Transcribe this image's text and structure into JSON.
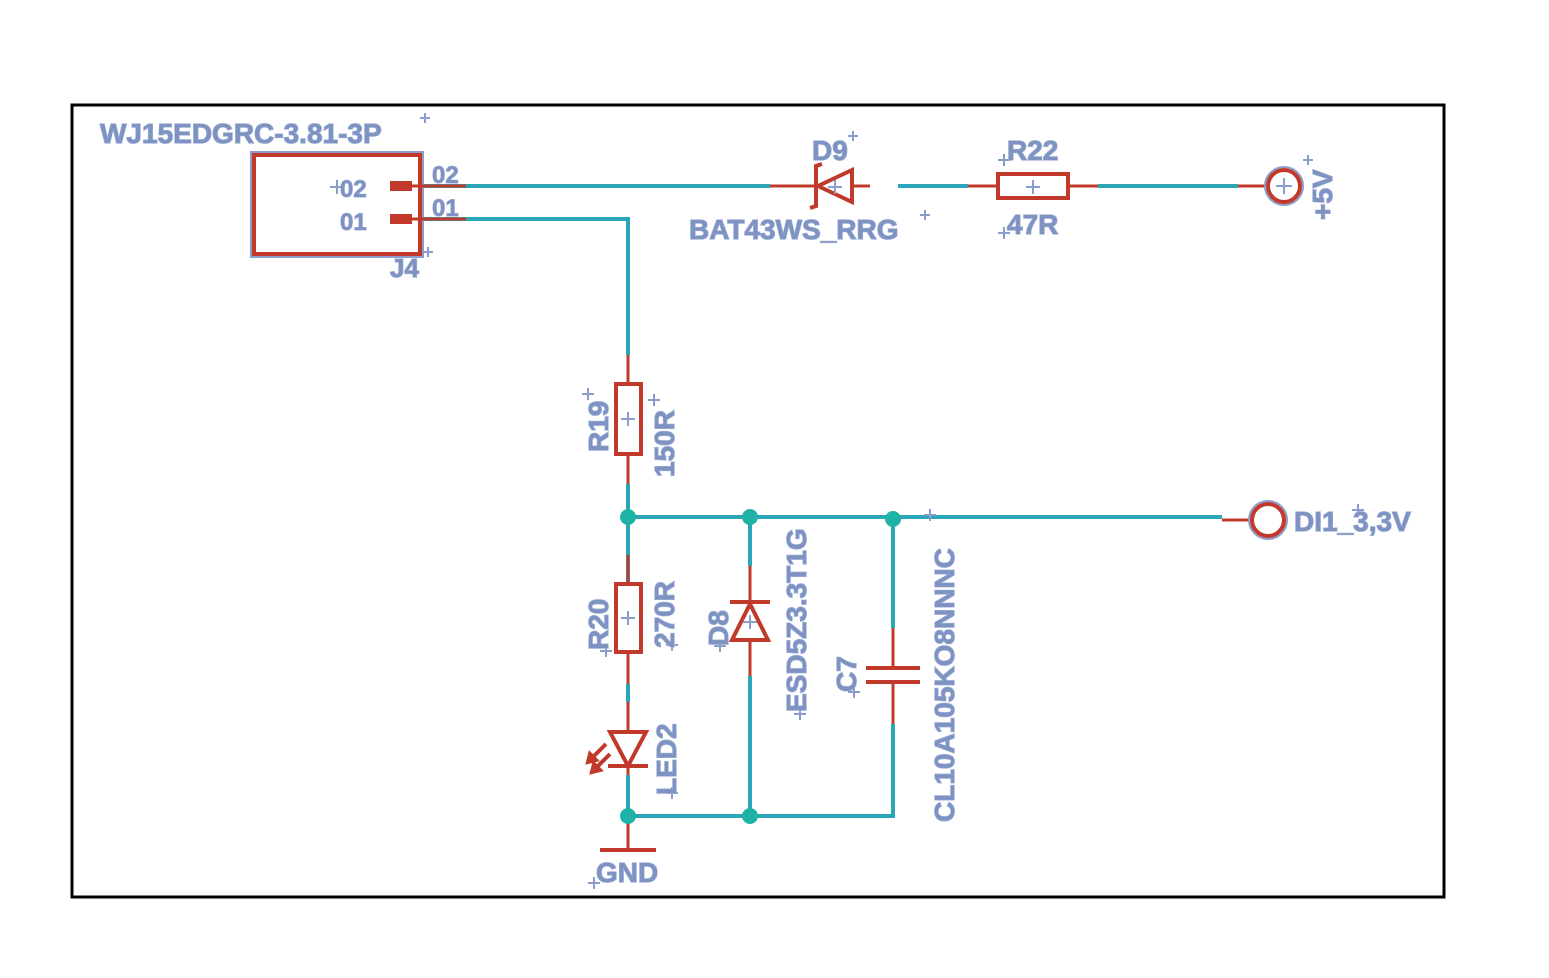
{
  "connector": {
    "name": "WJ15EDGRC-3.81-3P",
    "ref": "J4",
    "pins": [
      "02",
      "01"
    ],
    "pin_nums": [
      "02",
      "01"
    ]
  },
  "diode_d9": {
    "ref": "D9",
    "value": "BAT43WS_RRG"
  },
  "resistor_r22": {
    "ref": "R22",
    "value": "47R"
  },
  "supply_5v": {
    "label": "+5V"
  },
  "resistor_r19": {
    "ref": "R19",
    "value": "150R"
  },
  "resistor_r20": {
    "ref": "R20",
    "value": "270R"
  },
  "led_2": {
    "ref": "LED2"
  },
  "diode_d8": {
    "ref": "D8",
    "value": "ESD5Z3.3T1G"
  },
  "capacitor_c7": {
    "ref": "C7",
    "value": "CL10A105KO8NNNC"
  },
  "output": {
    "label": "DI1_3,3V"
  },
  "ground": {
    "label": "GND"
  },
  "colors": {
    "wire": "#2aa6b8",
    "symbol": "#c0392b",
    "text": "#7e93c2",
    "junction": "#1fb3a7"
  }
}
